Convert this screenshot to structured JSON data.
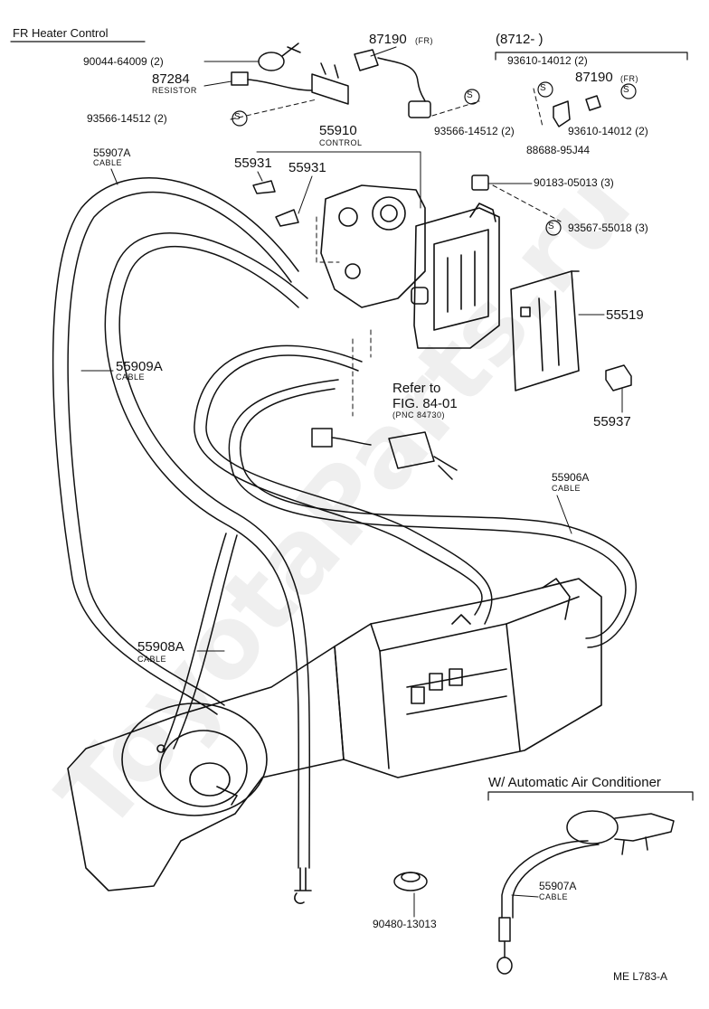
{
  "diagram": {
    "title": "FR Heater Control",
    "footer": "ME  L783-A",
    "watermark": "ToyotaParts.ru",
    "inset_title": "W/ Automatic Air Conditioner",
    "refer": {
      "line1": "Refer to",
      "line2": "FIG. 84-01",
      "line3": "(PNC 84730)"
    },
    "bracket_group": "(8712-          )",
    "parts": {
      "p90044": "90044-64009 (2)",
      "p87284": "87284",
      "p87284_sub": "RESISTOR",
      "p93566_left": "93566-14512 (2)",
      "p87190_top": "87190",
      "p87190_top_sub": "(FR)",
      "p93566_mid": "93566-14512 (2)",
      "p93610_a": "93610-14012 (2)",
      "p87190_right": "87190",
      "p87190_right_sub": "(FR)",
      "p93610_b": "93610-14012 (2)",
      "p88688": "88688-95J44",
      "p55910": "55910",
      "p55910_sub": "CONTROL",
      "p55931_a": "55931",
      "p55931_b": "55931",
      "p90183": "90183-05013 (3)",
      "p93567": "93567-55018 (3)",
      "p55519": "55519",
      "p55937": "55937",
      "p55907A": "55907A",
      "p55907A_sub": "CABLE",
      "p55909A": "55909A",
      "p55909A_sub": "CABLE",
      "p55906A": "55906A",
      "p55906A_sub": "CABLE",
      "p55908A": "55908A",
      "p55908A_sub": "CABLE",
      "p90480": "90480-13013",
      "p55907A_inset": "55907A",
      "p55907A_inset_sub": "CABLE"
    },
    "screw_symbol": "S"
  }
}
